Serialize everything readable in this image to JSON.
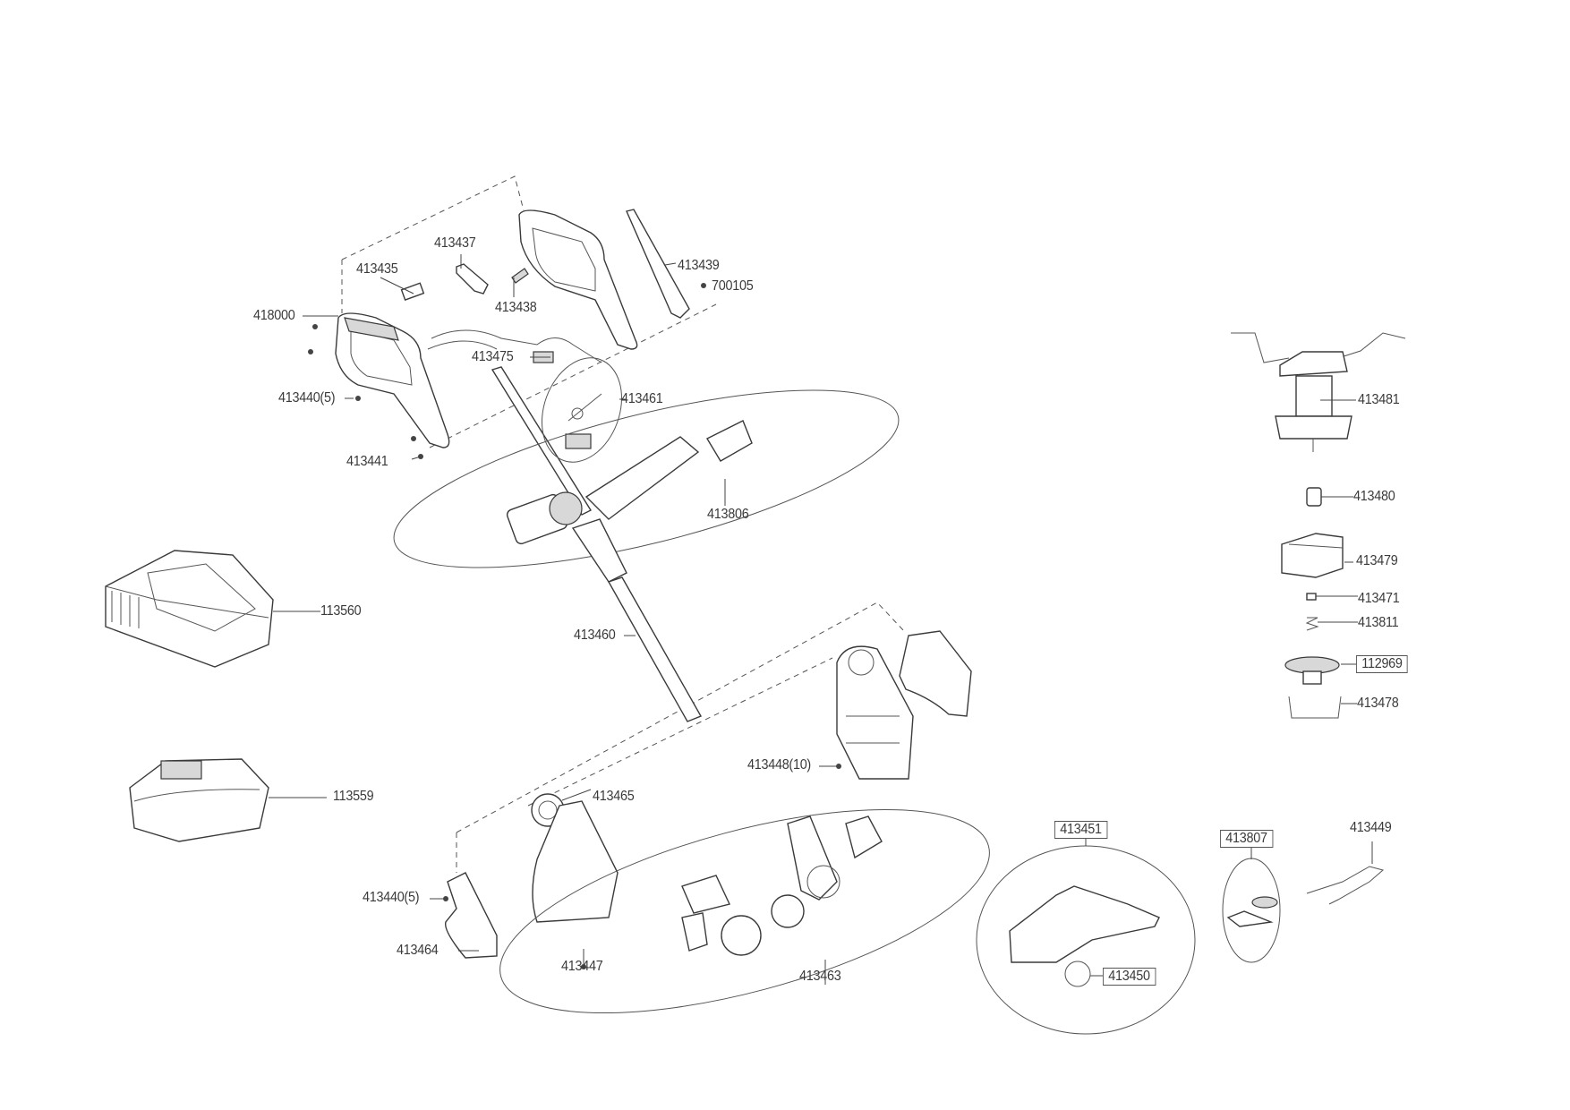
{
  "diagram": {
    "type": "exploded-parts-diagram",
    "subject": "cordless grass trimmer"
  },
  "labels": {
    "p418000": "418000",
    "p413435": "413435",
    "p413437": "413437",
    "p413438": "413438",
    "p413439": "413439",
    "p700105": "700105",
    "p413475": "413475",
    "p413440a": "413440(5)",
    "p413441": "413441",
    "p413461": "413461",
    "p413806": "413806",
    "p113560": "113560",
    "p413460": "413460",
    "p113559": "113559",
    "p413448": "413448(10)",
    "p413465": "413465",
    "p413440b": "413440(5)",
    "p413464": "413464",
    "p413447": "413447",
    "p413463": "413463",
    "p413481": "413481",
    "p413480": "413480",
    "p413479": "413479",
    "p413471": "413471",
    "p413811": "413811",
    "p112969": "112969",
    "p413478": "413478",
    "p413451": "413451",
    "p413450": "413450",
    "p413807": "413807",
    "p413449": "413449"
  }
}
